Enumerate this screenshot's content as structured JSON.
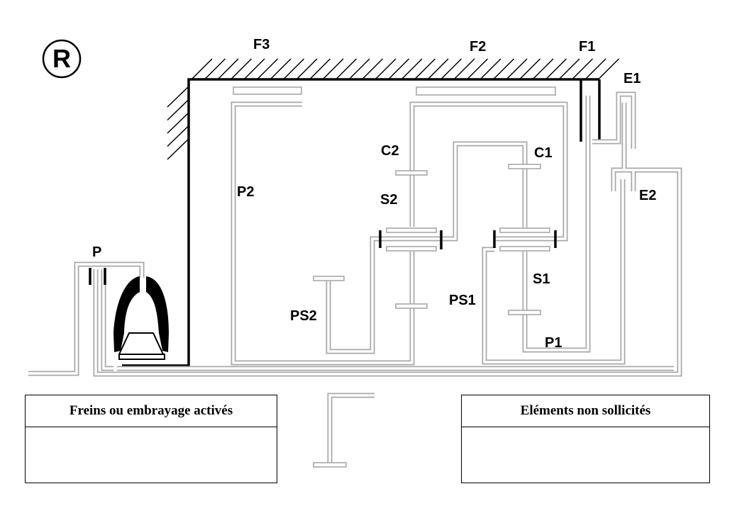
{
  "logo": {
    "symbol": "R"
  },
  "labels": {
    "F3": "F3",
    "F2": "F2",
    "F1": "F1",
    "E1": "E1",
    "E2": "E2",
    "C2": "C2",
    "C1": "C1",
    "S2": "S2",
    "S1": "S1",
    "P2": "P2",
    "P": "P",
    "PS2": "PS2",
    "PS1": "PS1",
    "P1": "P1"
  },
  "tables": {
    "active": {
      "header": "Freins ou embrayage activés",
      "body": ""
    },
    "idle": {
      "header": "Eléments non sollicités",
      "body": ""
    }
  }
}
